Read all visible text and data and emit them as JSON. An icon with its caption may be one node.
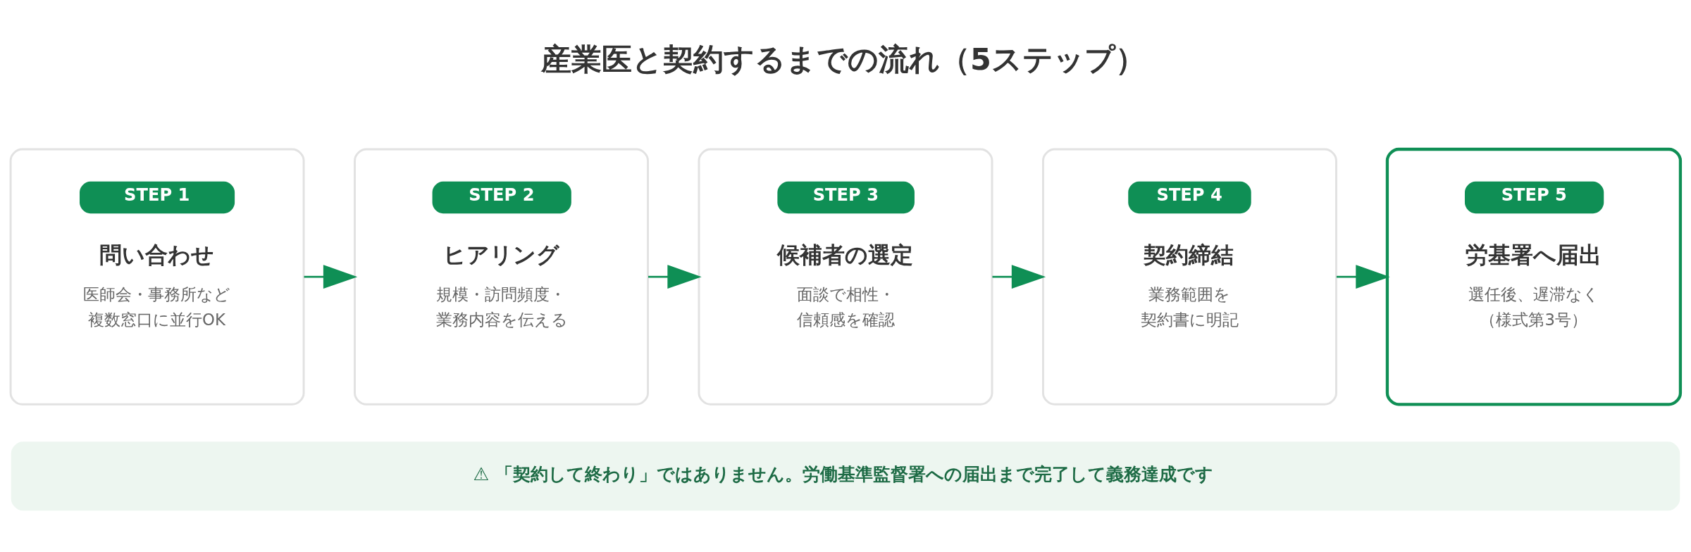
{
  "diagram": {
    "title": "産業医と契約するまでの流れ（5ステップ）",
    "nodes": [
      {
        "text": [
          "STEP 1",
          "問い合わせ",
          "医師会・事務所など複数窓口に並行OK"
        ]
      },
      {
        "text": [
          "STEP 2",
          "ヒアリング",
          "規模・訪問頻度・業務内容を伝える"
        ]
      },
      {
        "text": [
          "STEP 3",
          "候補者の選定",
          "面談で相性・信頼感を確認"
        ]
      },
      {
        "text": [
          "STEP 4",
          "契約締結",
          "業務範囲を契約書に明記"
        ]
      },
      {
        "text": [
          "STEP 5",
          "労基署へ届出",
          "選任後、遅滞なく（様式第3号）"
        ]
      },
      {
        "text": [
          "⚠ 「契約して終わり」ではありません。労働基準監督署への届出まで完了して義務達成です"
        ]
      }
    ],
    "edges": [
      {
        "from": 0,
        "to": 1,
        "arrow": "to"
      },
      {
        "from": 1,
        "to": 2,
        "arrow": "to"
      },
      {
        "from": 2,
        "to": 3,
        "arrow": "to"
      },
      {
        "from": 3,
        "to": 4,
        "arrow": "to"
      }
    ]
  }
}
